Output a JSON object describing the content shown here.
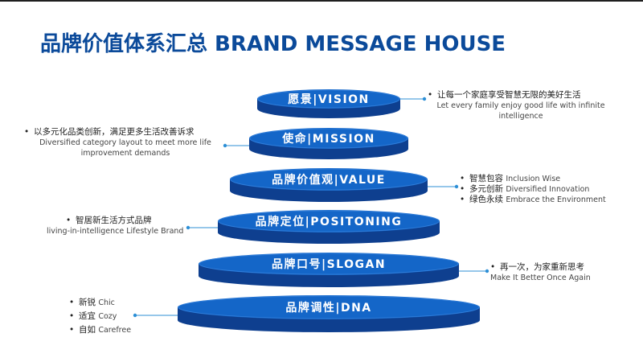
{
  "title": "品牌价值体系汇总 BRAND MESSAGE HOUSE",
  "colors": {
    "accent": "#0b4a9a",
    "tier": "#1466c8",
    "tier_dark": "#0e3f8f",
    "connector": "#2d8fd6"
  },
  "tiers": [
    {
      "label": "愿景|VISION"
    },
    {
      "label": "使命|MISSION"
    },
    {
      "label": "品牌价值观|VALUE"
    },
    {
      "label": "品牌定位|POSITONING"
    },
    {
      "label": "品牌口号|SLOGAN"
    },
    {
      "label": "品牌调性|DNA"
    }
  ],
  "annotations": {
    "vision": {
      "zh": "让每一个家庭享受智慧无限的美好生活",
      "en": "Let every family  enjoy good life with infinite intelligence"
    },
    "mission": {
      "zh": "以多元化品类创新，满足更多生活改善诉求",
      "en": "Diversified category layout to meet more life improvement demands"
    },
    "value": [
      {
        "zh": "智慧包容",
        "en": "Inclusion Wise"
      },
      {
        "zh": "多元创新",
        "en": "Diversified Innovation"
      },
      {
        "zh": "绿色永续",
        "en": "Embrace the Environment"
      }
    ],
    "positioning": {
      "zh": "智居新生活方式品牌",
      "en": "living-in-intelligence Lifestyle Brand"
    },
    "slogan": {
      "zh": "再一次，为家重新思考",
      "en": "Make It Better Once Again"
    },
    "dna": [
      {
        "zh": "新锐",
        "en": "Chic"
      },
      {
        "zh": "适宜",
        "en": "Cozy"
      },
      {
        "zh": "自如",
        "en": "Carefree"
      }
    ]
  }
}
